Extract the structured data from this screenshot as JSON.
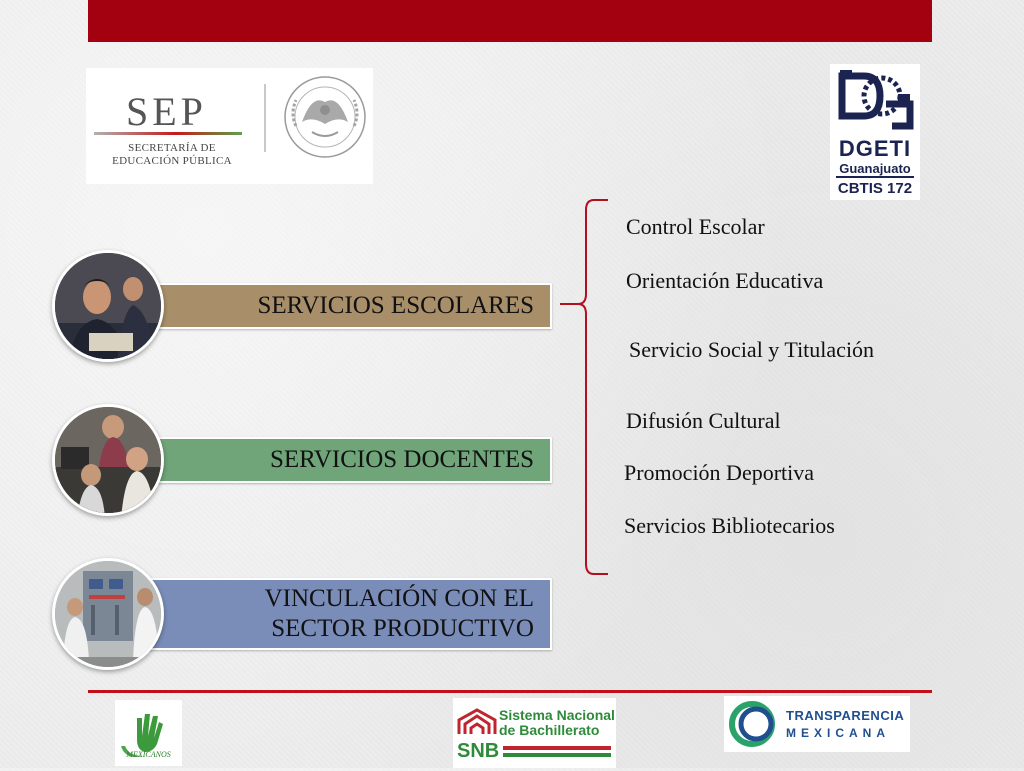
{
  "header": {
    "accent_color": "#a30010"
  },
  "sep_logo": {
    "word": "SEP",
    "subtitle_line1": "SECRETARÍA DE",
    "subtitle_line2": "EDUCACIÓN PÚBLICA"
  },
  "dgeti_logo": {
    "name": "DGETI",
    "state": "Guanajuato",
    "school": "CBTIS 172"
  },
  "services": [
    {
      "label": "SERVICIOS ESCOLARES",
      "color": "#a88f6a"
    },
    {
      "label": "SERVICIOS DOCENTES",
      "color": "#6fa578"
    },
    {
      "label_line1": "VINCULACIÓN CON EL",
      "label_line2": "SECTOR PRODUCTIVO",
      "color": "#7a8db8"
    }
  ],
  "sub_items": [
    "Control Escolar",
    "Orientación Educativa",
    "Servicio Social y Titulación",
    "Difusión Cultural",
    "Promoción Deportiva",
    "Servicios Bibliotecarios"
  ],
  "footer": {
    "line_color": "#c0101a",
    "mexicanos_label": "MEXICANOS",
    "snb_line1": "Sistema Nacional",
    "snb_line2": "de Bachillerato",
    "snb_abbr": "SNB",
    "transparencia_line1": "TRANSPARENCIA",
    "transparencia_line2": "MEXICANA"
  }
}
